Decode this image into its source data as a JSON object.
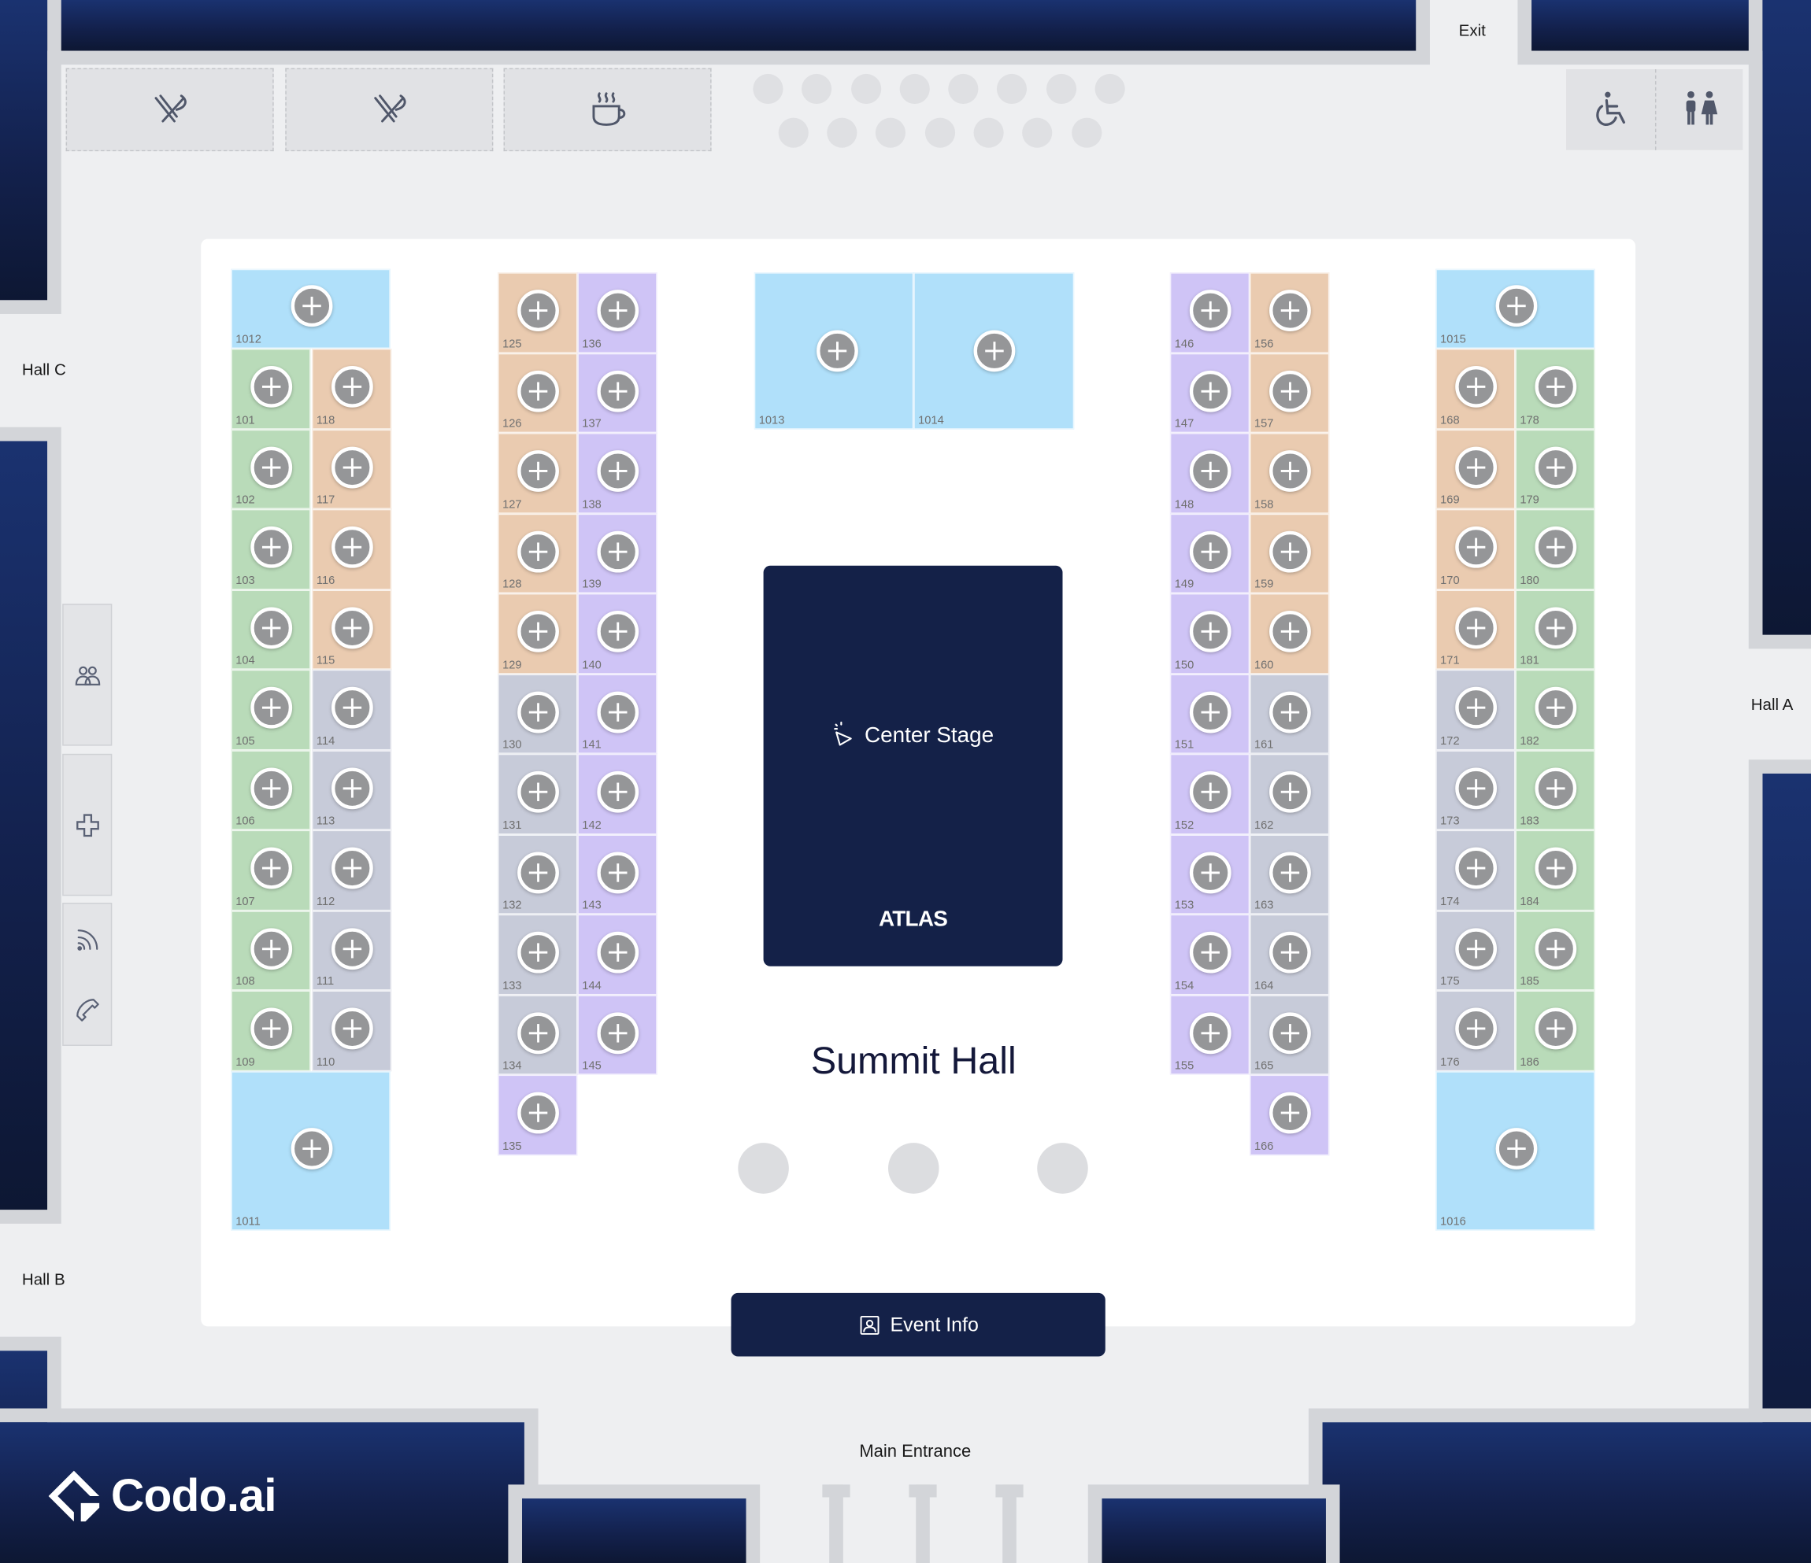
{
  "labels": {
    "exit": "Exit",
    "hall_a": "Hall A",
    "hall_b": "Hall B",
    "hall_c": "Hall C",
    "main_entrance": "Main Entrance",
    "hall_title": "Summit Hall",
    "stage": "Center Stage",
    "stage_logo": "ATLAS",
    "event_button": "Event Info",
    "brand": "Codo.ai"
  },
  "amenities_top": [
    {
      "name": "dining-area",
      "icon": "cutlery-icon"
    },
    {
      "name": "dining-area",
      "icon": "cutlery-icon"
    },
    {
      "name": "cafe-area",
      "icon": "coffee-cup-icon"
    }
  ],
  "amenities_right": [
    {
      "name": "accessible-facility",
      "icon": "wheelchair-icon"
    },
    {
      "name": "restrooms",
      "icon": "restroom-icon"
    }
  ],
  "side_amenities": [
    {
      "name": "meeting-area",
      "icons": [
        "people-icon"
      ]
    },
    {
      "name": "first-aid",
      "icons": [
        "first-aid-cross-icon"
      ]
    },
    {
      "name": "connectivity",
      "icons": [
        "wifi-icon",
        "phone-icon"
      ]
    }
  ],
  "colors": {
    "green": "#b9dbb9",
    "orange": "#eacbb0",
    "purple": "#cfc4f6",
    "gray": "#c7cbd9",
    "blue": "#b0e0fa",
    "navy": "#142148",
    "wall": "#1a3270"
  },
  "booth_columns": [
    {
      "name": "col-1a",
      "start": 101,
      "end": 109,
      "colors": [
        "green",
        "green",
        "green",
        "green",
        "green",
        "green",
        "green",
        "green",
        "green"
      ]
    },
    {
      "name": "col-1b",
      "start": 118,
      "end": 110,
      "colors": [
        "orange",
        "orange",
        "orange",
        "orange",
        "gray",
        "gray",
        "gray",
        "gray",
        "gray"
      ]
    },
    {
      "name": "col-2a",
      "start": 125,
      "end": 135,
      "colors": [
        "orange",
        "orange",
        "orange",
        "orange",
        "orange",
        "gray",
        "gray",
        "gray",
        "gray",
        "gray",
        "purple"
      ]
    },
    {
      "name": "col-2b",
      "start": 136,
      "end": 145,
      "colors": [
        "purple",
        "purple",
        "purple",
        "purple",
        "purple",
        "purple",
        "purple",
        "purple",
        "purple",
        "purple"
      ]
    },
    {
      "name": "col-3a",
      "start": 146,
      "end": 155,
      "colors": [
        "purple",
        "purple",
        "purple",
        "purple",
        "purple",
        "purple",
        "purple",
        "purple",
        "purple",
        "purple"
      ]
    },
    {
      "name": "col-3b",
      "start": 156,
      "end": 166,
      "colors": [
        "orange",
        "orange",
        "orange",
        "orange",
        "orange",
        "gray",
        "gray",
        "gray",
        "gray",
        "gray",
        "purple"
      ]
    },
    {
      "name": "col-4a",
      "start": 168,
      "end": 176,
      "colors": [
        "orange",
        "orange",
        "orange",
        "orange",
        "gray",
        "gray",
        "gray",
        "gray",
        "gray"
      ]
    },
    {
      "name": "col-4b",
      "start": 178,
      "end": 186,
      "colors": [
        "green",
        "green",
        "green",
        "green",
        "green",
        "green",
        "green",
        "green",
        "green"
      ]
    }
  ],
  "large_booths": [
    {
      "num": "1011",
      "color": "blue"
    },
    {
      "num": "1012",
      "color": "blue"
    },
    {
      "num": "1013",
      "color": "blue"
    },
    {
      "num": "1014",
      "color": "blue"
    },
    {
      "num": "1015",
      "color": "blue"
    },
    {
      "num": "1016",
      "color": "blue"
    }
  ]
}
